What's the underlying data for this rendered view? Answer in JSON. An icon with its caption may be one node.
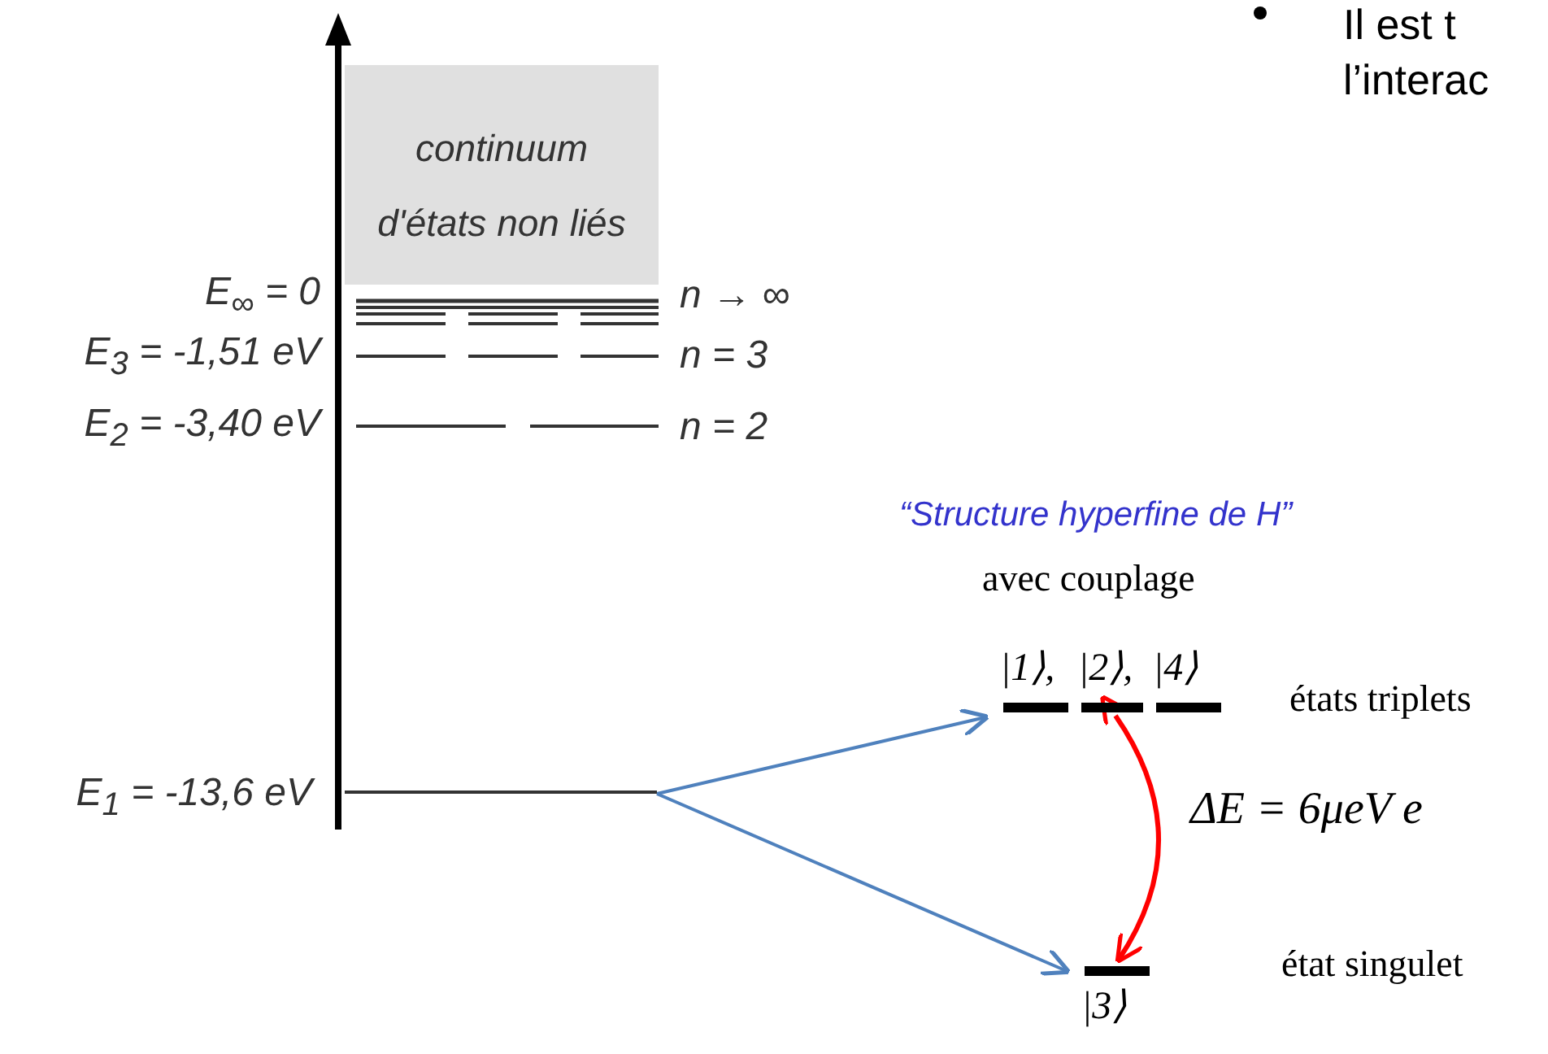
{
  "diagram": {
    "nodes": [
      {
        "text": [
          "continuum d'états non liés"
        ]
      },
      {
        "text": [
          "E$_{1}$ = -13,6 eV"
        ]
      },
      {
        "text": [
          "|1⟩,"
        ]
      },
      {
        "text": [
          "|2⟩,"
        ]
      },
      {
        "text": [
          "|4⟩"
        ]
      },
      {
        "text": [
          "|3⟩"
        ]
      }
    ],
    "edges": [
      {
        "from": 1,
        "to": 2,
        "arrow": "to"
      },
      {
        "from": 1,
        "to": 5,
        "arrow": "to"
      },
      {
        "from": 3,
        "to": 5,
        "arrow": "both",
        "color": "#ff0000"
      }
    ],
    "labels": [
      "Il est t",
      "l’interac",
      "E$_{∞}$ = 0",
      "n → ∞",
      "E$_{3}$ = -1,51 eV",
      "n = 3",
      "E$_{2}$ = -3,40 eV",
      "n = 2",
      "“Structure hyperfine de H”",
      "avec couplage",
      "états triplets",
      "ΔE = 6μeV e",
      "état singulet"
    ]
  }
}
